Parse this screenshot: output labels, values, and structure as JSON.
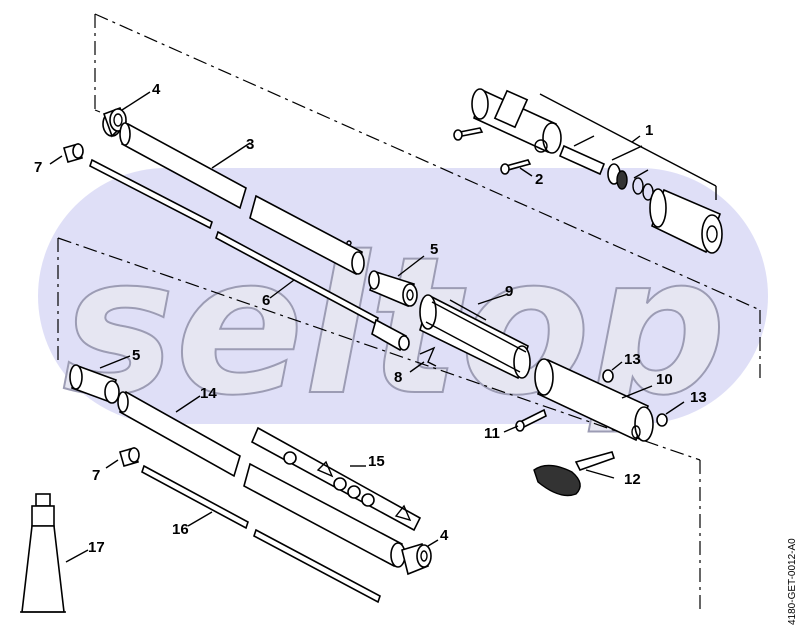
{
  "watermark": {
    "text": "seltop",
    "color": "#ccccf0"
  },
  "ref_code": "4180-GET-0012-A0",
  "parts": [
    {
      "id": "1",
      "label": "1"
    },
    {
      "id": "2",
      "label": "2"
    },
    {
      "id": "3",
      "label": "3"
    },
    {
      "id": "4a",
      "label": "4"
    },
    {
      "id": "4b",
      "label": "4"
    },
    {
      "id": "5a",
      "label": "5"
    },
    {
      "id": "5b",
      "label": "5"
    },
    {
      "id": "6",
      "label": "6"
    },
    {
      "id": "7a",
      "label": "7"
    },
    {
      "id": "7b",
      "label": "7"
    },
    {
      "id": "8",
      "label": "8"
    },
    {
      "id": "9",
      "label": "9"
    },
    {
      "id": "10",
      "label": "10"
    },
    {
      "id": "11",
      "label": "11"
    },
    {
      "id": "12",
      "label": "12"
    },
    {
      "id": "13a",
      "label": "13"
    },
    {
      "id": "13b",
      "label": "13"
    },
    {
      "id": "14",
      "label": "14"
    },
    {
      "id": "15",
      "label": "15"
    },
    {
      "id": "16",
      "label": "16"
    },
    {
      "id": "17",
      "label": "17"
    }
  ]
}
